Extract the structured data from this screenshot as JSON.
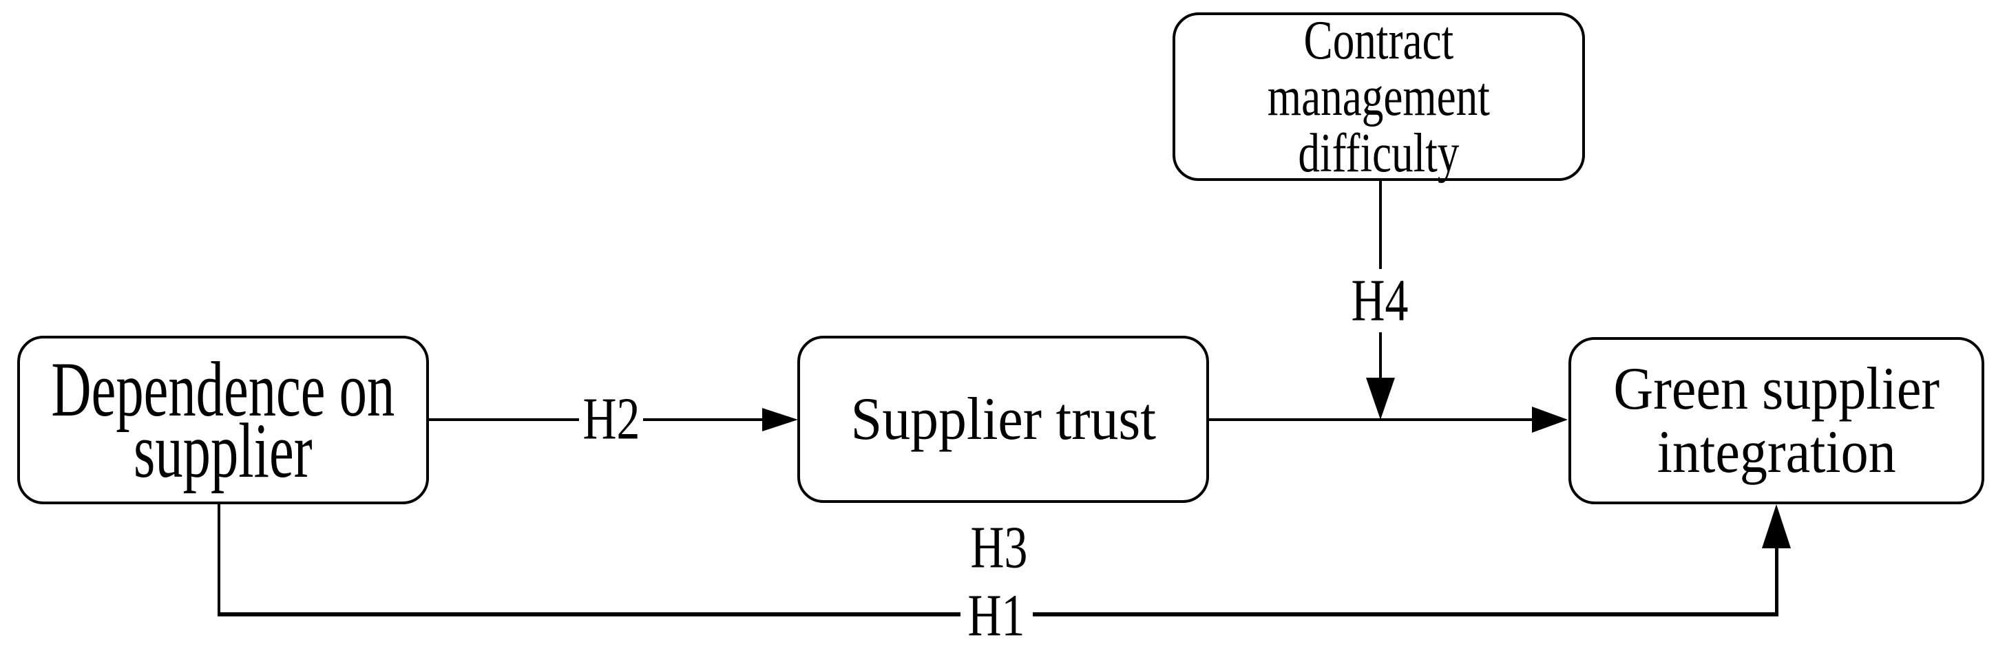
{
  "diagram": {
    "background_color": "#ffffff",
    "line_color": "#000000",
    "text_color": "#000000",
    "nodes": {
      "dependence": {
        "label": "Dependence on supplier",
        "lines": [
          "Dependence on",
          "supplier"
        ]
      },
      "supplier_trust": {
        "label": "Supplier trust",
        "lines": [
          "Supplier trust"
        ]
      },
      "contract_difficulty": {
        "label": "Contract management difficulty",
        "lines": [
          "Contract",
          "management",
          "difficulty"
        ]
      },
      "green_integration": {
        "label": "Green supplier integration",
        "lines": [
          "Green supplier",
          "integration"
        ]
      }
    },
    "edges": {
      "h1": {
        "label": "H1",
        "from": "Dependence on supplier",
        "to": "Green supplier integration"
      },
      "h2": {
        "label": "H2",
        "from": "Dependence on supplier",
        "to": "Supplier trust"
      },
      "h3": {
        "label": "H3",
        "from": "Supplier trust",
        "to": "Green supplier integration"
      },
      "h4": {
        "label": "H4",
        "from": "Contract management difficulty",
        "to": "Supplier trust to Green supplier integration link"
      }
    }
  }
}
